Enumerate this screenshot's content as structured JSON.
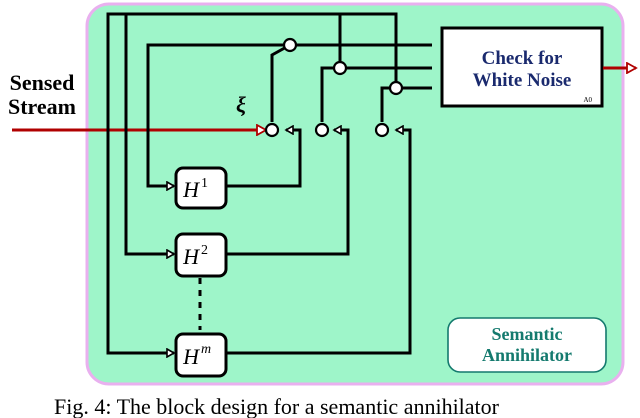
{
  "input_label": [
    "Sensed",
    "Stream"
  ],
  "xi_symbol": "ξ",
  "check_box": {
    "line1": "Check for",
    "line2": "White Noise",
    "tag": "A0"
  },
  "hypotheses": [
    {
      "base": "H",
      "sup": "1"
    },
    {
      "base": "H",
      "sup": "2"
    },
    {
      "base": "H",
      "sup": "m"
    }
  ],
  "annihilator_box": {
    "line1": "Semantic",
    "line2": "Annihilator"
  },
  "caption": "Fig. 4: The block design for a semantic annihilator",
  "colors": {
    "panel_fill": "#9ef5c9",
    "panel_border": "#e9b0ef",
    "signal": "#b00000",
    "label_blue": "#1a2a6e",
    "annihilator_text": "#147a6e"
  }
}
